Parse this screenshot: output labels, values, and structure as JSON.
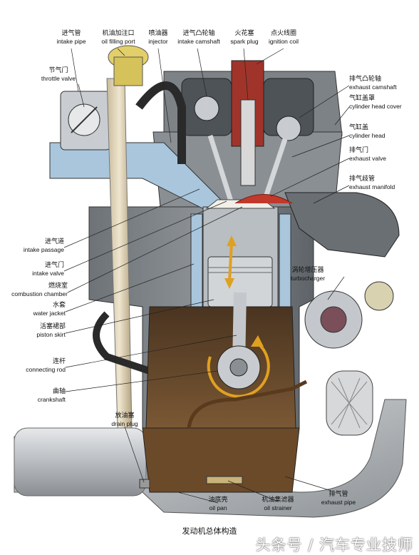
{
  "labels": {
    "intake_pipe": {
      "zh": "进气管",
      "en": "intake pipe"
    },
    "oil_filling_port": {
      "zh": "机油加注口",
      "en": "oil filling port"
    },
    "injector": {
      "zh": "喷油器",
      "en": "injector"
    },
    "intake_camshaft": {
      "zh": "进气凸轮轴",
      "en": "intake camshaft"
    },
    "spark_plug": {
      "zh": "火花塞",
      "en": "spark plug"
    },
    "ignition_coil": {
      "zh": "点火线圈",
      "en": "ignition coil"
    },
    "throttle_valve": {
      "zh": "节气门",
      "en": "throttle valve"
    },
    "exhaust_camshaft": {
      "zh": "排气凸轮轴",
      "en": "exhaust camshaft"
    },
    "cylinder_head_cover": {
      "zh": "气缸盖罩",
      "en": "cylinder head cover"
    },
    "cylinder_head": {
      "zh": "气缸盖",
      "en": "cylinder head"
    },
    "exhaust_valve": {
      "zh": "排气门",
      "en": "exhaust valve"
    },
    "exhaust_manifold": {
      "zh": "排气歧管",
      "en": "exhaust manifold"
    },
    "intake_passage": {
      "zh": "进气道",
      "en": "intake passage"
    },
    "intake_valve": {
      "zh": "进气门",
      "en": "intake valve"
    },
    "combustion_chamber": {
      "zh": "燃烧室",
      "en": "combustion chamber"
    },
    "water_jacket": {
      "zh": "水套",
      "en": "water jacket"
    },
    "turbocharger": {
      "zh": "涡轮增压器",
      "en": "turbocharger"
    },
    "piston_skirt": {
      "zh": "活塞裙部",
      "en": "piston skirt"
    },
    "connecting_rod": {
      "zh": "连杆",
      "en": "connecting rod"
    },
    "crankshaft": {
      "zh": "曲轴",
      "en": "crankshaft"
    },
    "drain_plug": {
      "zh": "放油塞",
      "en": "drain plug"
    },
    "exhaust_pipe": {
      "zh": "排气管",
      "en": "exhaust pipe"
    },
    "oil_pan": {
      "zh": "油底壳",
      "en": "oil pan"
    },
    "oil_strainer": {
      "zh": "机油集滤器",
      "en": "oil strainer"
    }
  },
  "caption": "发动机总体构造",
  "watermark": "头条号 / 汽车专业技师",
  "colors": {
    "coolant_blue": "#a9c6dc",
    "metal_gray": "#9aa0a4",
    "engine_block": "#5b6066",
    "crankcase_brown": "#6b4a2a",
    "exhaust_red": "#c0392b",
    "motion_arrow": "#e0a020"
  }
}
